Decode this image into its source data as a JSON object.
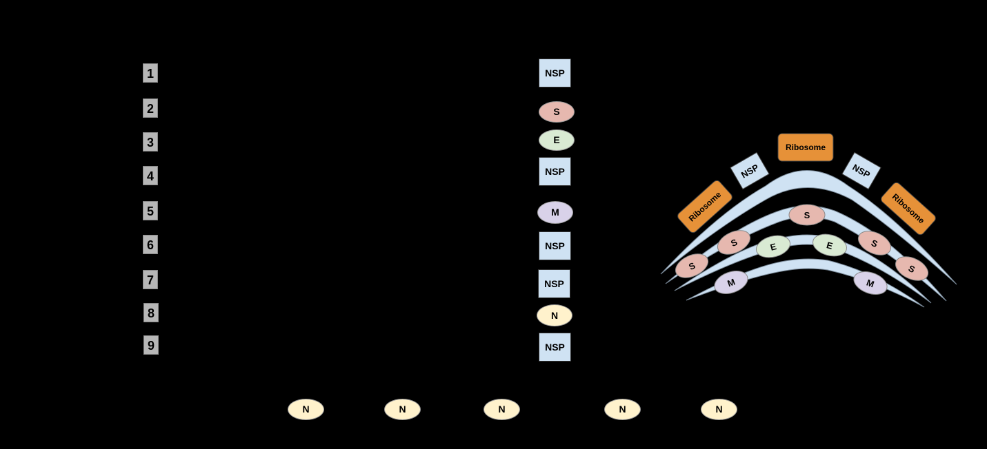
{
  "rows": [
    {
      "number": "1",
      "protein": "NSP",
      "kind": "box"
    },
    {
      "number": "2",
      "protein": "S",
      "kind": "oval",
      "color": "#ead1dc"
    },
    {
      "number": "3",
      "protein": "E",
      "kind": "oval",
      "color": "#d9ead3"
    },
    {
      "number": "4",
      "protein": "NSP",
      "kind": "box"
    },
    {
      "number": "5",
      "protein": "M",
      "kind": "oval",
      "color": "#d9d2e9"
    },
    {
      "number": "6",
      "protein": "NSP",
      "kind": "box"
    },
    {
      "number": "7",
      "protein": "NSP",
      "kind": "box"
    },
    {
      "number": "8",
      "protein": "N",
      "kind": "oval",
      "color": "#fff2cc"
    },
    {
      "number": "9",
      "protein": "NSP",
      "kind": "box"
    }
  ],
  "bottom_n": [
    "N",
    "N",
    "N",
    "N",
    "N"
  ],
  "er_diagram": {
    "ribosome_label": "Ribosome",
    "nsp_label": "NSP",
    "s_label": "S",
    "e_label": "E",
    "m_label": "M"
  },
  "colors": {
    "nsp": "#cfe2f3",
    "s": "#e6b8af",
    "e": "#d9ead3",
    "m": "#d9d2e9",
    "n": "#fff2cc",
    "ribosome": "#e69138",
    "membrane": "#cfe2f3",
    "number_box": "#b7b7b7"
  }
}
